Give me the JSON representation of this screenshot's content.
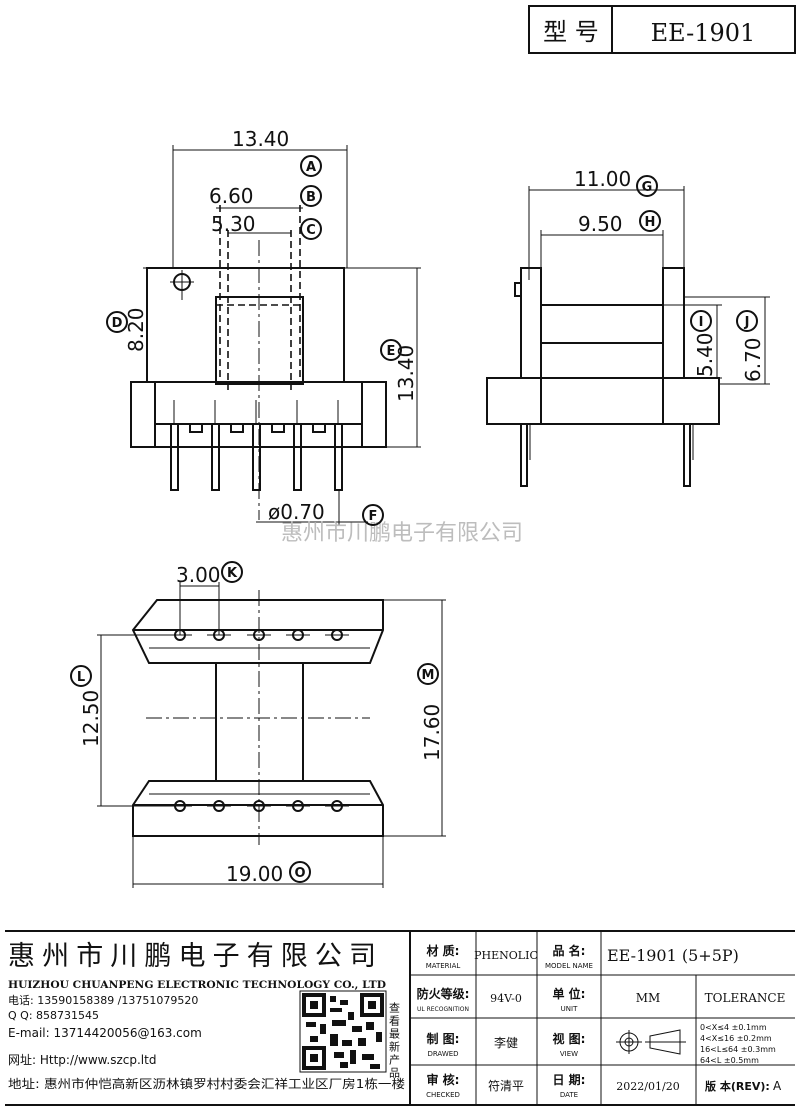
{
  "header": {
    "type_label": "型 号",
    "model": "EE-1901"
  },
  "dimensions": {
    "a": "13.40",
    "b": "6.60",
    "c": "5.30",
    "d": "8.20",
    "e": "13.40",
    "f": "ø0.70",
    "g": "11.00",
    "h": "9.50",
    "i": "5.40",
    "j": "6.70",
    "k": "3.00",
    "l": "12.50",
    "m": "17.60",
    "o": "19.00"
  },
  "balloons": {
    "a": "A",
    "b": "B",
    "c": "C",
    "d": "D",
    "e": "E",
    "f": "F",
    "g": "G",
    "h": "H",
    "i": "I",
    "j": "J",
    "k": "K",
    "l": "L",
    "m": "M",
    "o": "O"
  },
  "watermark": "惠州市川鹏电子有限公司",
  "company": {
    "name_cn": "惠州市川鹏电子有限公司",
    "name_en": "HUIZHOU CHUANPENG ELECTRONIC TECHNOLOGY CO., LTD",
    "phone": "电话: 13590158389 /13751079520",
    "qq": "Q Q:  858731545",
    "email": "E-mail: 13714420056@163.com",
    "website": "网址: Http://www.szcp.ltd",
    "address": "地址: 惠州市仲恺高新区沥林镇罗村村委会汇祥工业区厂房1栋一楼",
    "qr_caption": "查看最新产品"
  },
  "titleblock": {
    "material_label": "材 质:",
    "material_label_en": "MATERIAL",
    "material_value": "PHENOLIC",
    "name_label": "品 名:",
    "name_label_en": "MODEL NAME",
    "name_value": "EE-1901 (5+5P)",
    "fire_label": "防火等级:",
    "fire_label_en": "UL RECOGNITION",
    "fire_value": "94V-0",
    "unit_label": "单 位:",
    "unit_label_en": "UNIT",
    "unit_value": "MM",
    "tolerance_label": "TOLERANCE",
    "drawn_label": "制 图:",
    "drawn_label_en": "DRAWED",
    "drawn_value": "李健",
    "view_label": "视 图:",
    "view_label_en": "VIEW",
    "checked_label": "审 核:",
    "checked_label_en": "CHECKED",
    "checked_value": "符清平",
    "date_label": "日 期:",
    "date_label_en": "DATE",
    "date_value": "2022/01/20",
    "rev_label": "版 本(REV):",
    "rev_value": "A",
    "tolerances": [
      "0<X≤4   ±0.1mm",
      "4<X≤16  ±0.2mm",
      "16<L≤64 ±0.3mm",
      "64<L    ±0.5mm"
    ]
  },
  "colors": {
    "line": "#111111",
    "watermark": "#bdbdbd",
    "sheet": "#ffffff"
  }
}
